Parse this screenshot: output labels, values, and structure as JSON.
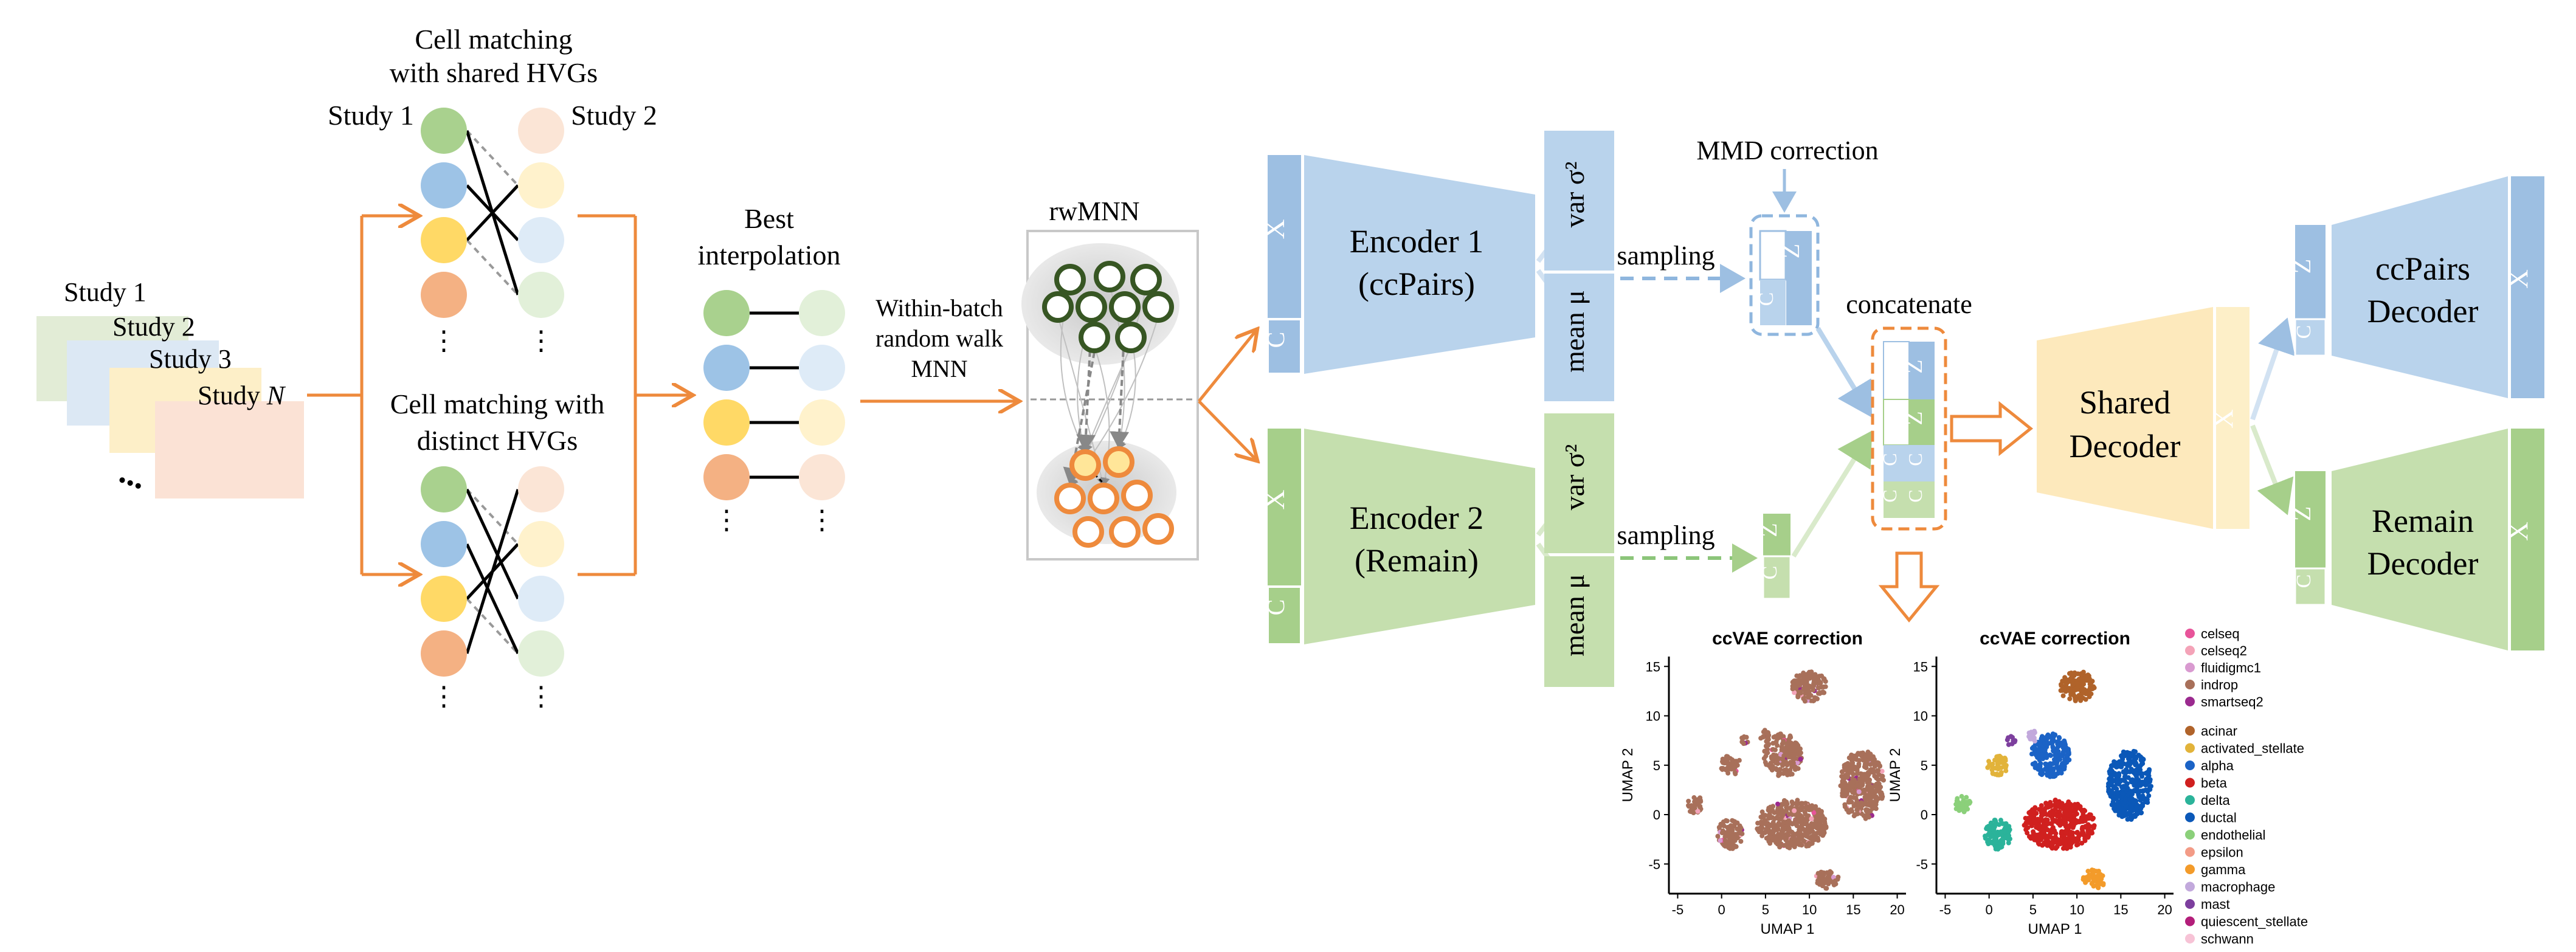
{
  "studies": {
    "stack": [
      "Study 1",
      "Study 2",
      "Study 3"
    ],
    "last_prefix": "Study ",
    "last_var": "N",
    "ellipsis": "..."
  },
  "matching": {
    "shared_title_line1": "Cell matching",
    "shared_title_line2": "with shared HVGs",
    "study1": "Study 1",
    "study2": "Study 2",
    "distinct_title_line1": "Cell matching with",
    "distinct_title_line2": "distinct HVGs",
    "vdots": "⋮"
  },
  "interpolation": {
    "title_line1": "Best",
    "title_line2": "interpolation"
  },
  "within_batch": {
    "line1": "Within-batch",
    "line2": "random walk",
    "line3": "MNN"
  },
  "rwmnn": {
    "title": "rwMNN"
  },
  "encoders": {
    "enc1_line1": "Encoder 1",
    "enc1_line2": "(ccPairs)",
    "enc2_line1": "Encoder 2",
    "enc2_line2": "(Remain)",
    "x_label": "X",
    "c_label": "C"
  },
  "latent": {
    "var_label": "var σ²",
    "mean_label": "mean μ",
    "sampling": "sampling",
    "mmd": "MMD correction",
    "concatenate": "concatenate",
    "z_label": "Z",
    "c_label": "C"
  },
  "decoders": {
    "shared_line1": "Shared",
    "shared_line2": "Decoder",
    "ccpairs_line1": "ccPairs",
    "ccpairs_line2": "Decoder",
    "remain_line1": "Remain",
    "remain_line2": "Decoder",
    "x_label": "X",
    "z_label": "Z",
    "c_label": "C"
  },
  "umap": {
    "title": "ccVAE correction",
    "xlabel": "UMAP 1",
    "ylabel": "UMAP 2",
    "xticks": [
      "-5",
      "0",
      "5",
      "10",
      "15",
      "20"
    ],
    "yticks": [
      "15",
      "10",
      "5",
      "0",
      "-5"
    ]
  },
  "legend_batch": [
    {
      "label": "celseq",
      "color": "#e8549a"
    },
    {
      "label": "celseq2",
      "color": "#f4a3b8"
    },
    {
      "label": "fluidigmc1",
      "color": "#d99ad0"
    },
    {
      "label": "indrop",
      "color": "#a8705a"
    },
    {
      "label": "smartseq2",
      "color": "#9b2a8f"
    }
  ],
  "legend_celltype": [
    {
      "label": "acinar",
      "color": "#b0632a"
    },
    {
      "label": "activated_stellate",
      "color": "#e2b33a"
    },
    {
      "label": "alpha",
      "color": "#1b63c6"
    },
    {
      "label": "beta",
      "color": "#d0201f"
    },
    {
      "label": "delta",
      "color": "#2bb39a"
    },
    {
      "label": "ductal",
      "color": "#0b58b8"
    },
    {
      "label": "endothelial",
      "color": "#8bd07a"
    },
    {
      "label": "epsilon",
      "color": "#f39b86"
    },
    {
      "label": "gamma",
      "color": "#f39b2a"
    },
    {
      "label": "macrophage",
      "color": "#c2a9dc"
    },
    {
      "label": "mast",
      "color": "#7d3f9e"
    },
    {
      "label": "quiescent_stellate",
      "color": "#b31e7a"
    },
    {
      "label": "schwann",
      "color": "#f7c3d6"
    }
  ],
  "colors": {
    "orange": "#ee8a3c",
    "blue_encoder": "#b9d3ec",
    "blue_dark": "#9dbfe2",
    "green_encoder": "#c5dfae",
    "green_dark": "#a6cf8a",
    "yellow_decoder": "#fde9bc",
    "dashed_blue": "#8fb6de",
    "dashed_green": "#8cc57a"
  }
}
